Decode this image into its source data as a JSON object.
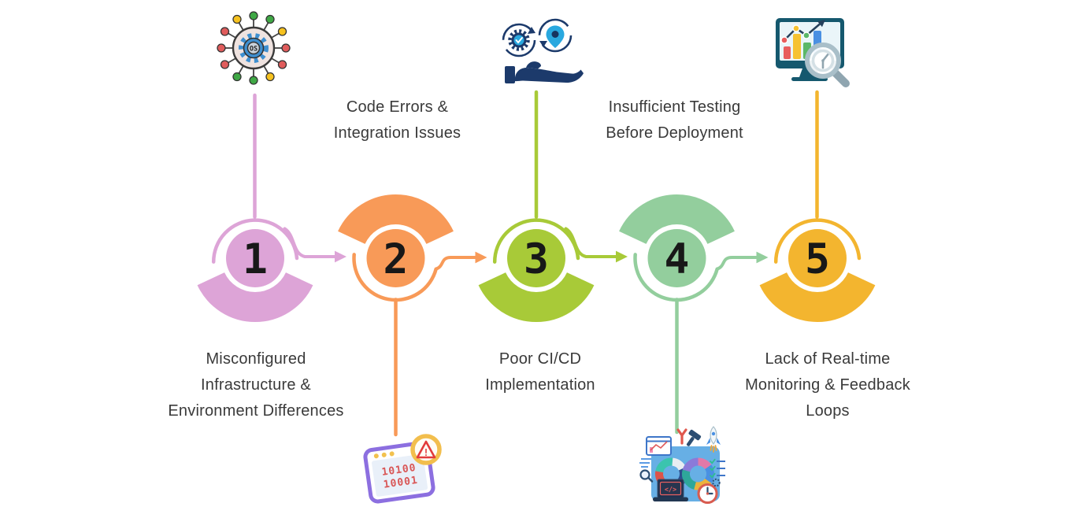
{
  "background_color": "#ffffff",
  "text_color": "#3a3a3a",
  "steps": [
    {
      "number": "1",
      "color": "#dda4d7",
      "label": "Misconfigured Infrastructure & Environment Differences",
      "label_lines": [
        "Misconfigured",
        "Infrastructure &",
        "Environment Differences"
      ],
      "label_position": "bottom",
      "icon": "os-infrastructure-icon",
      "icon_position": "top"
    },
    {
      "number": "2",
      "color": "#f89a58",
      "label": "Code Errors & Integration Issues",
      "label_lines": [
        "Code Errors &",
        "Integration Issues"
      ],
      "label_position": "top",
      "icon": "code-error-window-icon",
      "icon_position": "bottom"
    },
    {
      "number": "3",
      "color": "#a8ca38",
      "label": "Poor CI/CD Implementation",
      "label_lines": [
        "Poor CI/CD",
        "Implementation"
      ],
      "label_position": "bottom",
      "icon": "cicd-hand-icon",
      "icon_position": "top"
    },
    {
      "number": "4",
      "color": "#93ce9d",
      "label": "Insufficient Testing Before Deployment",
      "label_lines": [
        "Insufficient Testing",
        "Before Deployment"
      ],
      "label_position": "top",
      "icon": "devops-loop-icon",
      "icon_position": "bottom"
    },
    {
      "number": "5",
      "color": "#f3b52f",
      "label": "Lack of Real-time Monitoring & Feedback Loops",
      "label_lines": [
        "Lack of Real-time",
        "Monitoring & Feedback",
        "Loops"
      ],
      "label_position": "bottom",
      "icon": "monitoring-magnifier-icon",
      "icon_position": "top"
    }
  ],
  "icon_texts": {
    "os_label": "OS",
    "binary_line1": "10100",
    "binary_line2": "10001",
    "alert_mark": "!",
    "code_tag": "</>"
  }
}
